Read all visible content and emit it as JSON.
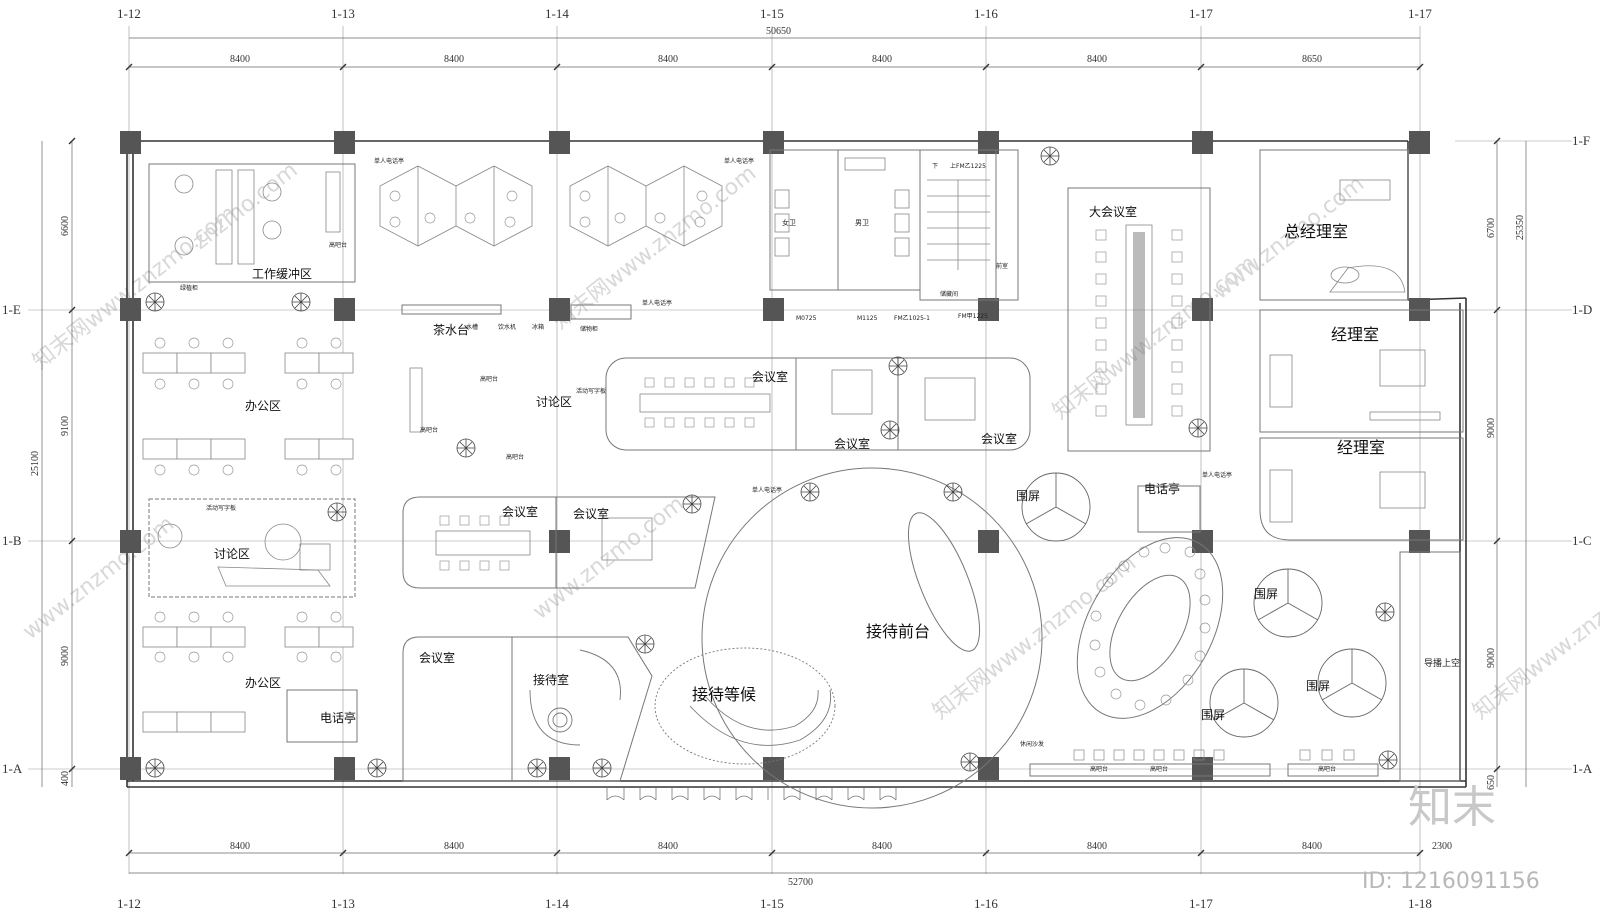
{
  "grid_top": [
    "1-12",
    "1-13",
    "1-14",
    "1-15",
    "1-16",
    "1-17",
    "1-17"
  ],
  "grid_bottom": [
    "1-12",
    "1-13",
    "1-14",
    "1-15",
    "1-16",
    "1-17",
    "1-18"
  ],
  "grid_left": [
    "1-E",
    "1-B",
    "1-A"
  ],
  "grid_right": [
    "1-F",
    "1-D",
    "1-C",
    "1-A"
  ],
  "dims_top": [
    "8400",
    "8400",
    "8400",
    "8400",
    "8400",
    "8650"
  ],
  "dim_top_total": "50650",
  "dims_bottom": [
    "8400",
    "8400",
    "8400",
    "8400",
    "8400",
    "8400",
    "2300"
  ],
  "dim_bottom_total": "52700",
  "dims_left": [
    "6600",
    "9100",
    "9000",
    "400"
  ],
  "dim_left_total": "25100",
  "dims_right": [
    "6700",
    "9000",
    "9000",
    "650"
  ],
  "dim_right_total": "25350",
  "rooms": {
    "buffer": "工作缓冲区",
    "office1": "办公区",
    "office2": "办公区",
    "discuss1": "讨论区",
    "discuss2": "讨论区",
    "phone1": "电话亭",
    "phone2": "电话亭",
    "tea": "茶水台",
    "meet1": "会议室",
    "meet2": "会议室",
    "meet3": "会议室",
    "meet4": "会议室",
    "meet5": "会议室",
    "meet6": "会议室",
    "big_meet": "大会议室",
    "ceo": "总经理室",
    "manager1": "经理室",
    "manager2": "经理室",
    "reception": "接待前台",
    "waiting": "接待等候",
    "reception_room": "接待室",
    "screen1": "围屏",
    "screen2": "围屏",
    "screen3": "围屏",
    "screen4": "围屏",
    "void": "导播上空"
  },
  "small_labels": {
    "bar1": "高吧台",
    "bar2": "高吧台",
    "bar3": "高吧台",
    "bar4": "高吧台",
    "bar5": "高吧台",
    "bar6": "高吧台",
    "bar7": "高吧台",
    "sink": "水槽",
    "water": "饮水机",
    "fridge": "冰箱",
    "storage": "储物柜",
    "phone_a": "单人电话亭",
    "phone_b": "单人电话亭",
    "phone_c": "单人电话亭",
    "phone_d": "单人电话亭",
    "phone_e": "单人电话亭",
    "green": "绿植柜",
    "board1": "活动写字板",
    "board2": "活动写字板",
    "female": "女卫",
    "male": "男卫",
    "m0725": "M0725",
    "m1125": "M1125",
    "fm1": "上FM乙1225",
    "fm2": "FM乙1025-1",
    "fm3": "FM甲1225",
    "down": "下",
    "front_room": "前室",
    "store_room": "储藏间",
    "sofa": "休闲沙发"
  },
  "watermarks": [
    "znzmo.com",
    "知末网www.znzmo.com",
    "www.znzmo.com",
    "知末网www.znzmo.com",
    "www.znzmo.com",
    "知末网www.znzmo.com"
  ],
  "logo": "知末",
  "id_text": "ID: 1216091156"
}
